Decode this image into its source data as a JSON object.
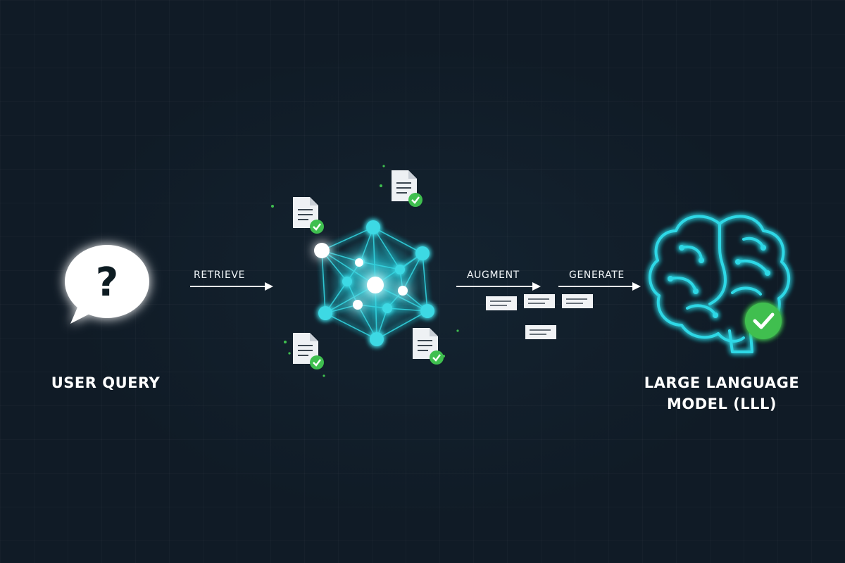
{
  "nodes": {
    "user_query": {
      "label": "USER QUERY",
      "icon": "speech-bubble-question-icon"
    },
    "retrieval": {
      "icon": "knowledge-graph-icon"
    },
    "llm": {
      "label_line1": "LARGE LANGUAGE",
      "label_line2": "MODEL (LLL)",
      "icon": "brain-check-icon"
    }
  },
  "steps": {
    "retrieve": "RETRIEVE",
    "augment": "AUGMENT",
    "generate": "GENERATE"
  },
  "colors": {
    "background": "#101b26",
    "accent_cyan": "#29d3e0",
    "check_green": "#3fbf4f",
    "text": "#ffffff"
  }
}
